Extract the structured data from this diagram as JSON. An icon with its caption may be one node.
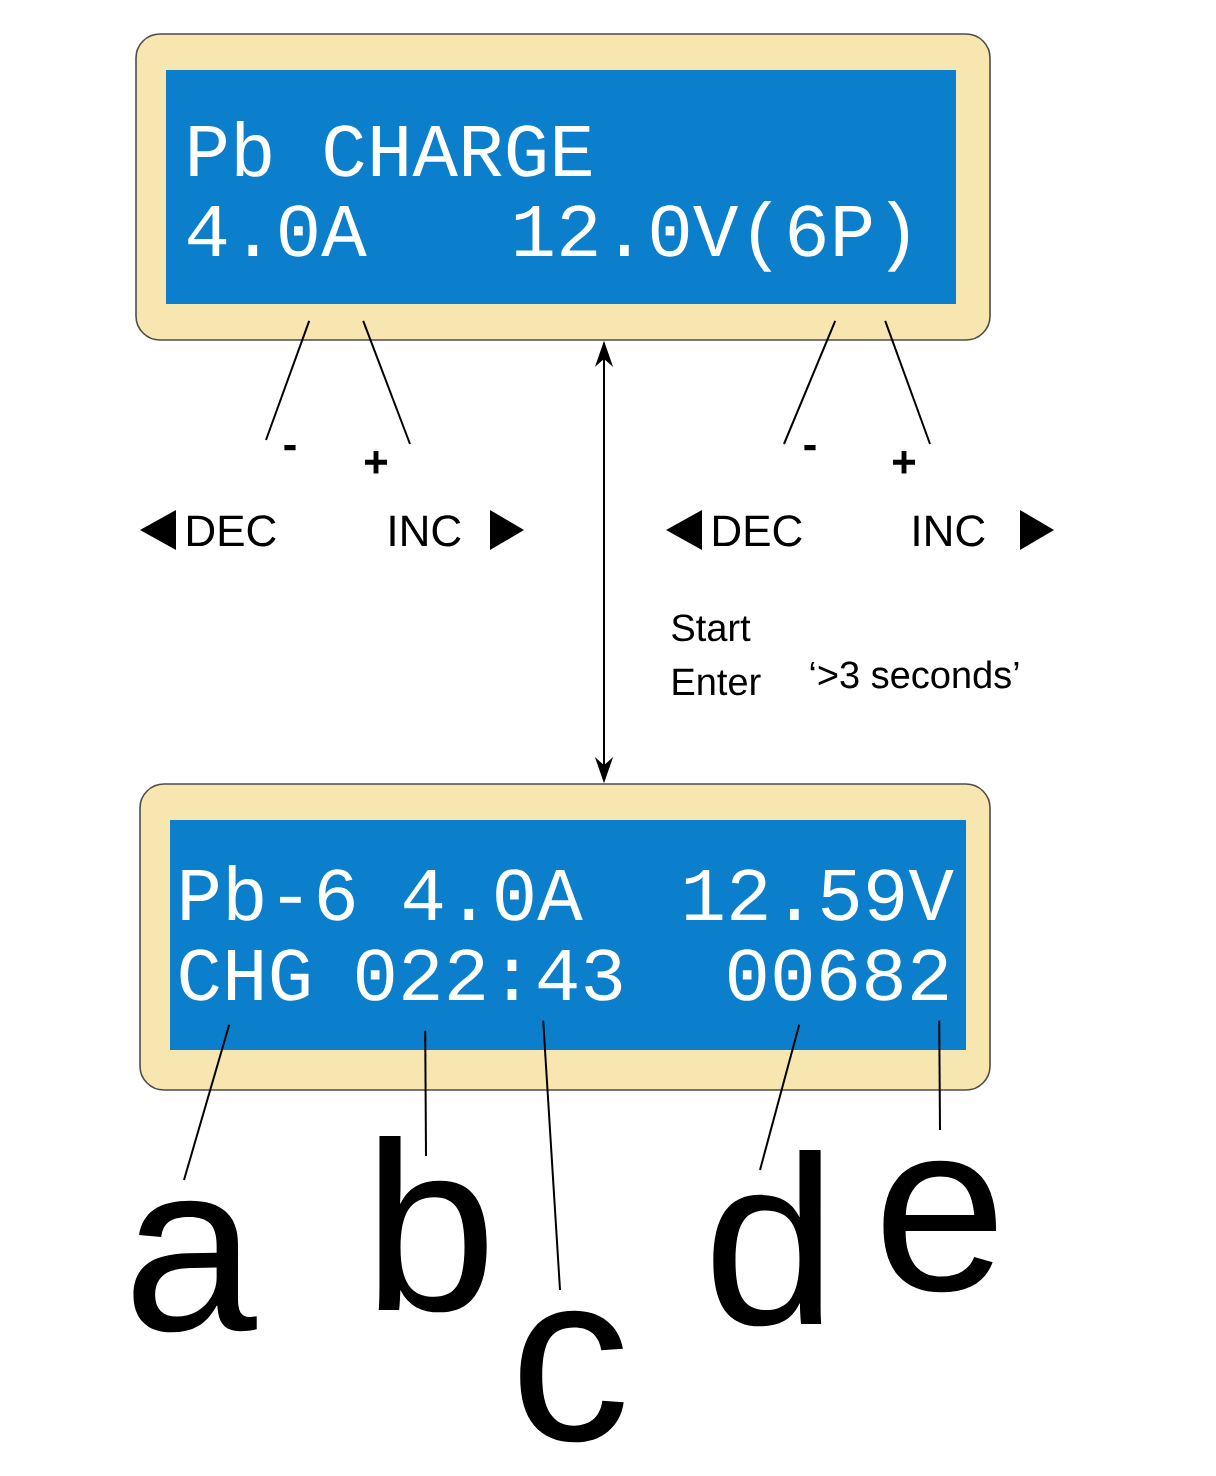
{
  "diagram": {
    "nodes": [
      {
        "text": [
          "Pb CHARGE",
          "4.0A",
          "12.0V(6P)"
        ]
      },
      {
        "text": [
          "Pb-6",
          "4.0A",
          "12.59V",
          "CHG",
          "022:43",
          "00682"
        ]
      },
      {
        "text": [
          "-"
        ]
      },
      {
        "text": [
          "+"
        ]
      },
      {
        "text": [
          "-"
        ]
      },
      {
        "text": [
          "+"
        ]
      },
      {
        "text": [
          "a"
        ]
      },
      {
        "text": [
          "b"
        ]
      },
      {
        "text": [
          "c"
        ]
      },
      {
        "text": [
          "d"
        ]
      },
      {
        "text": [
          "e"
        ]
      }
    ],
    "edges": [
      {
        "from": 2,
        "to": 0,
        "arrow": "none"
      },
      {
        "from": 3,
        "to": 0,
        "arrow": "none"
      },
      {
        "from": 4,
        "to": 0,
        "arrow": "none"
      },
      {
        "from": 5,
        "to": 0,
        "arrow": "none"
      },
      {
        "from": 0,
        "to": 1,
        "arrow": "both"
      },
      {
        "from": 6,
        "to": 1,
        "arrow": "none"
      },
      {
        "from": 7,
        "to": 1,
        "arrow": "none"
      },
      {
        "from": 8,
        "to": 1,
        "arrow": "none"
      },
      {
        "from": 9,
        "to": 1,
        "arrow": "none"
      },
      {
        "from": 10,
        "to": 1,
        "arrow": "none"
      }
    ],
    "labels": [
      "DEC",
      "INC",
      "DEC",
      "INC",
      "Start Enter",
      "‘>3 seconds’"
    ]
  }
}
